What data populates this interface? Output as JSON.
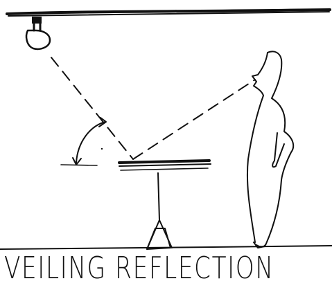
{
  "caption": "VEILING REFLECTION",
  "colors": {
    "ink": "#111111",
    "paper": "#ffffff"
  },
  "figure_parts": [
    "ceiling",
    "ceiling-light-fixture",
    "reflected-light-path",
    "reflection-angle-arc",
    "desk",
    "standing-person",
    "floor"
  ]
}
